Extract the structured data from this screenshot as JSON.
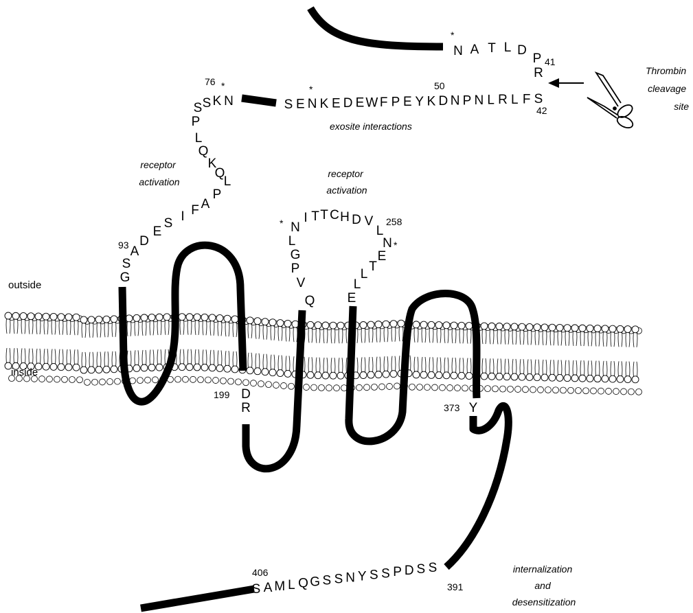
{
  "labels": {
    "outside": "outside",
    "inside": "inside",
    "cleavage_site": [
      "Thrombin",
      "cleavage",
      "site"
    ],
    "exosite": "exosite interactions",
    "receptor_activation_1": [
      "receptor",
      "activation"
    ],
    "receptor_activation_2": [
      "receptor",
      "activation"
    ],
    "internalization": [
      "internalization",
      "and",
      "desensitization"
    ]
  },
  "residue_numbers": {
    "n41": "41",
    "n42": "42",
    "n50": "50",
    "n76": "76",
    "n93": "93",
    "n199": "199",
    "n258": "258",
    "n373": "373",
    "n391": "391",
    "n406": "406"
  },
  "glycosylation_mark": "*",
  "sequences": {
    "nterm_top": [
      "N",
      "A",
      "T",
      "L",
      "D",
      "P",
      "R"
    ],
    "cleavage_tail": [
      "S",
      "F",
      "L",
      "R",
      "L",
      "N",
      "P",
      "N",
      "D",
      "K",
      "Y",
      "E",
      "P",
      "F",
      "W",
      "E",
      "D",
      "E",
      "K",
      "N",
      "E",
      "S"
    ],
    "linker": [
      "N",
      "K",
      "S",
      "S",
      "P",
      "L",
      "Q",
      "K",
      "Q",
      "L",
      "P",
      "A",
      "F",
      "I",
      "S",
      "E",
      "D",
      "A",
      "S",
      "G"
    ],
    "loop2": [
      "Q",
      "V",
      "P",
      "G",
      "L",
      "N",
      "I",
      "T",
      "T",
      "C",
      "H",
      "D",
      "V",
      "L",
      "N",
      "E",
      "T",
      "L",
      "L",
      "E"
    ],
    "dry": [
      "D",
      "R"
    ],
    "npxxy": [
      "Y"
    ],
    "cterm": [
      "S",
      "S",
      "D",
      "P",
      "S",
      "S",
      "Y",
      "N",
      "S",
      "S",
      "G",
      "Q",
      "L",
      "M",
      "A",
      "S"
    ]
  }
}
